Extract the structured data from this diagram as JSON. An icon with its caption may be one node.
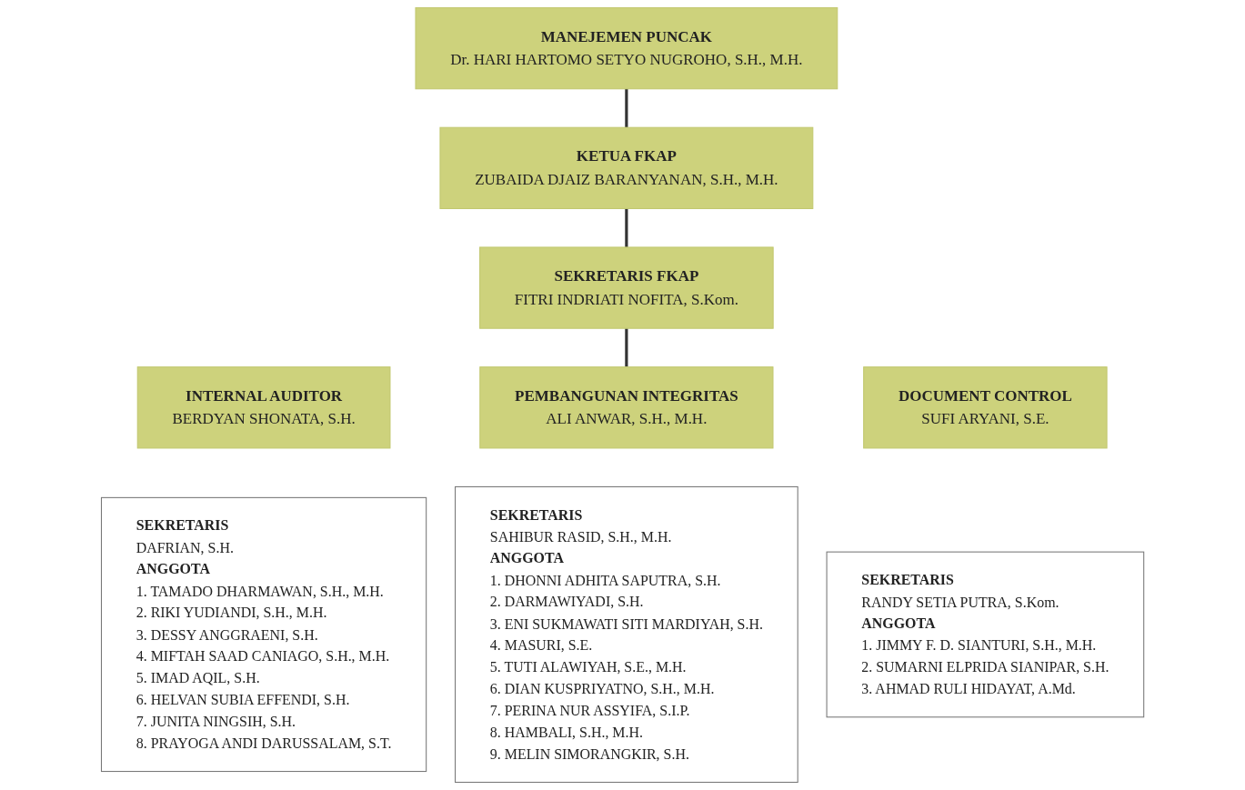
{
  "diagram": {
    "nodes": [
      {
        "text": [
          "MANEJEMEN PUNCAK",
          "Dr. HARI HARTOMO SETYO NUGROHO, S.H., M.H."
        ]
      },
      {
        "text": [
          "KETUA FKAP",
          "ZUBAIDA DJAIZ BARANYANAN, S.H., M.H."
        ]
      },
      {
        "text": [
          "SEKRETARIS FKAP",
          "FITRI INDRIATI NOFITA, S.Kom."
        ]
      },
      {
        "text": [
          "INTERNAL AUDITOR",
          "BERDYAN SHONATA, S.H."
        ]
      },
      {
        "text": [
          "PEMBANGUNAN INTEGRITAS",
          "ALI ANWAR, S.H., M.H."
        ]
      },
      {
        "text": [
          "DOCUMENT CONTROL",
          "SUFI ARYANI, S.E."
        ]
      },
      {
        "text": [
          "SEKRETARIS",
          "DAFRIAN, S.H.",
          "ANGGOTA",
          "1. TAMADO DHARMAWAN, S.H., M.H.",
          "2. RIKI YUDIANDI, S.H., M.H.",
          "3. DESSY ANGGRAENI, S.H.",
          "4. MIFTAH SAAD CANIAGO, S.H., M.H.",
          "5. IMAD AQIL, S.H.",
          "6. HELVAN SUBIA EFFENDI, S.H.",
          "7. JUNITA NINGSIH, S.H.",
          "8. PRAYOGA ANDI DARUSSALAM, S.T."
        ]
      },
      {
        "text": [
          "SEKRETARIS",
          "SAHIBUR RASID, S.H., M.H.",
          "ANGGOTA",
          "1. DHONNI ADHITA SAPUTRA, S.H.",
          "2. DARMAWIYADI, S.H.",
          "3. ENI SUKMAWATI SITI MARDIYAH, S.H.",
          "4. MASURI, S.E.",
          "5. TUTI ALAWIYAH, S.E., M.H.",
          "6. DIAN KUSPRIYATNO, S.H., M.H.",
          "7. PERINA NUR ASSYIFA, S.I.P.",
          "8. HAMBALI, S.H., M.H.",
          "9. MELIN SIMORANGKIR, S.H."
        ]
      },
      {
        "text": [
          "SEKRETARIS",
          "RANDY SETIA PUTRA, S.Kom.",
          "ANGGOTA",
          "1. JIMMY F. D. SIANTURI, S.H., M.H.",
          "2. SUMARNI ELPRIDA SIANIPAR, S.H.",
          "3. AHMAD RULI HIDAYAT, A.Md."
        ]
      }
    ],
    "edges": [
      {
        "from": 0,
        "to": 1,
        "arrow": "none"
      },
      {
        "from": 1,
        "to": 2,
        "arrow": "none"
      },
      {
        "from": 2,
        "to": 4,
        "arrow": "none"
      }
    ]
  }
}
